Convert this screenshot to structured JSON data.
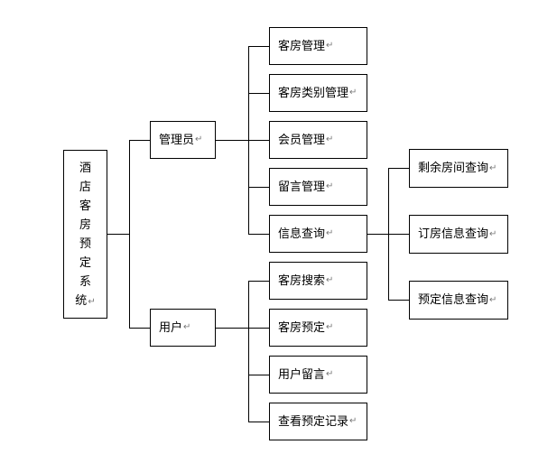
{
  "root": {
    "label": "酒店客房预定系统",
    "mark": "↵"
  },
  "level1": [
    {
      "label": "管理员",
      "mark": "↵"
    },
    {
      "label": "用户",
      "mark": "↵"
    }
  ],
  "admin_items": [
    {
      "label": "客房管理",
      "mark": "↵"
    },
    {
      "label": "客房类别管理",
      "mark": "↵"
    },
    {
      "label": "会员管理",
      "mark": "↵"
    },
    {
      "label": "留言管理",
      "mark": "↵"
    },
    {
      "label": "信息查询",
      "mark": "↵"
    }
  ],
  "user_items": [
    {
      "label": "客房搜索",
      "mark": "↵"
    },
    {
      "label": "客房预定",
      "mark": "↵"
    },
    {
      "label": "用户留言",
      "mark": "↵"
    },
    {
      "label": "查看预定记录",
      "mark": "↵"
    }
  ],
  "query_items": [
    {
      "label": "剩余房间查询",
      "mark": "↵"
    },
    {
      "label": "订房信息查询",
      "mark": "↵"
    },
    {
      "label": "预定信息查询",
      "mark": "↵"
    }
  ]
}
